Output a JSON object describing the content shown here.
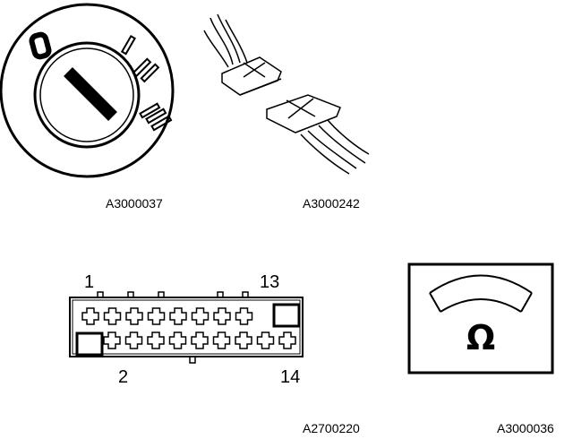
{
  "figures": {
    "ignition_switch": {
      "caption": "A3000037",
      "marks": [
        "0",
        "I",
        "II",
        "III"
      ]
    },
    "connectors": {
      "caption": "A3000242"
    },
    "connector_block": {
      "caption": "A2700220",
      "pins": {
        "top_left": "1",
        "top_right": "13",
        "bottom_left": "2",
        "bottom_right": "14"
      }
    },
    "ohmmeter": {
      "caption": "A3000036",
      "symbol": "Ω"
    }
  }
}
